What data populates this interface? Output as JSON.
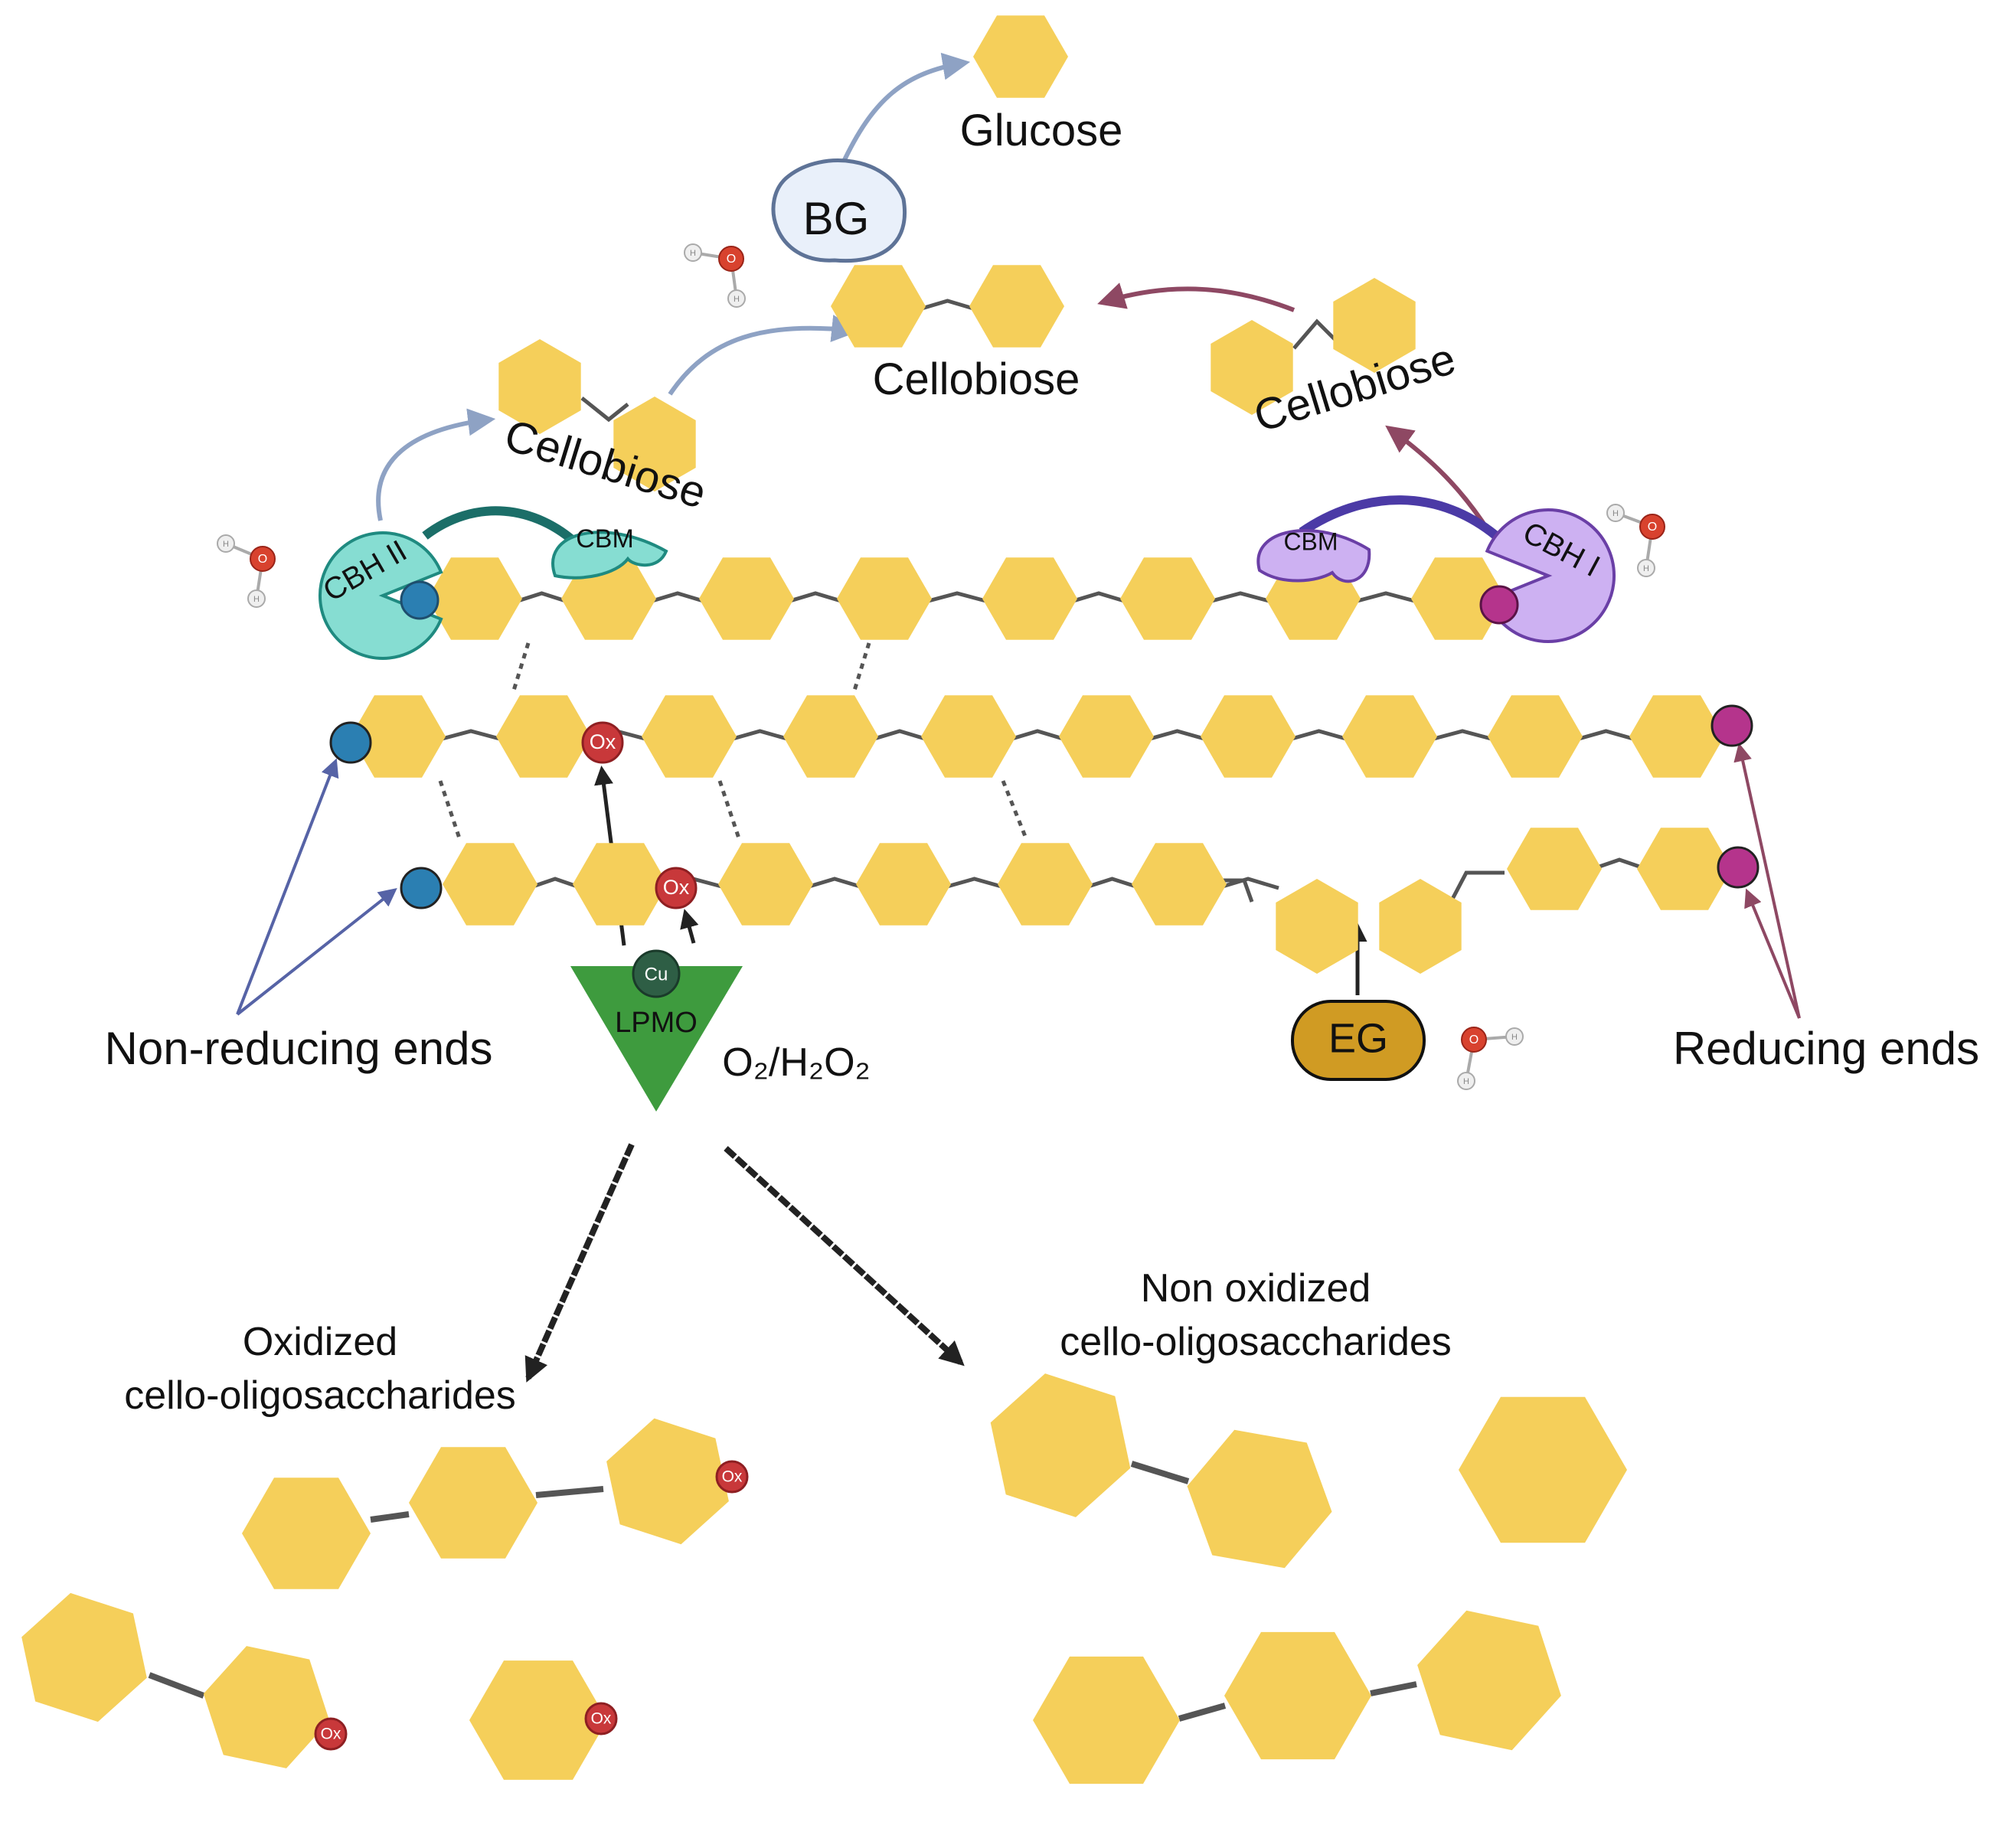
{
  "labels": {
    "glucose": "Glucose",
    "bg": "BG",
    "cellobiose_center": "Cellobiose",
    "cellobiose_left": "Cellobiose",
    "cellobiose_right": "Cellobiose",
    "cbh2": "CBH II",
    "cbm_left": "CBM",
    "cbm_right": "CBM",
    "cbh1": "CBH I",
    "cu": "Cu",
    "lpmo": "LPMO",
    "oxidant": "O₂/H₂O₂",
    "eg": "EG",
    "non_reducing_ends": "Non-reducing ends",
    "reducing_ends": "Reducing ends",
    "oxidized_line1": "Oxidized",
    "oxidized_line2": "cello-oligosaccharides",
    "nonoxidized_line1": "Non oxidized",
    "nonoxidized_line2": "cello-oligosaccharides",
    "ox_mark": "Ox",
    "water_o": "O",
    "water_h": "H"
  },
  "colors": {
    "glucose_unit": "#F5CF5A",
    "glycosidic_bond": "#555555",
    "cbh2_enzyme": "#86DDD2",
    "cbh2_outline": "#1F8A80",
    "cbh1_enzyme": "#CDB1F2",
    "cbh1_outline": "#6A3FA6",
    "bg_enzyme": "#E9F0FA",
    "bg_outline": "#5E7397",
    "lpmo_enzyme": "#3E9B3E",
    "eg_enzyme": "#D09B23",
    "non_reducing_end": "#2B7FB2",
    "reducing_end": "#B5348C",
    "oxidized_site": "#C8383A",
    "arrow_blue": "#8EA2C4",
    "arrow_purple": "#8E4863",
    "water_oxygen": "#D8422E"
  }
}
